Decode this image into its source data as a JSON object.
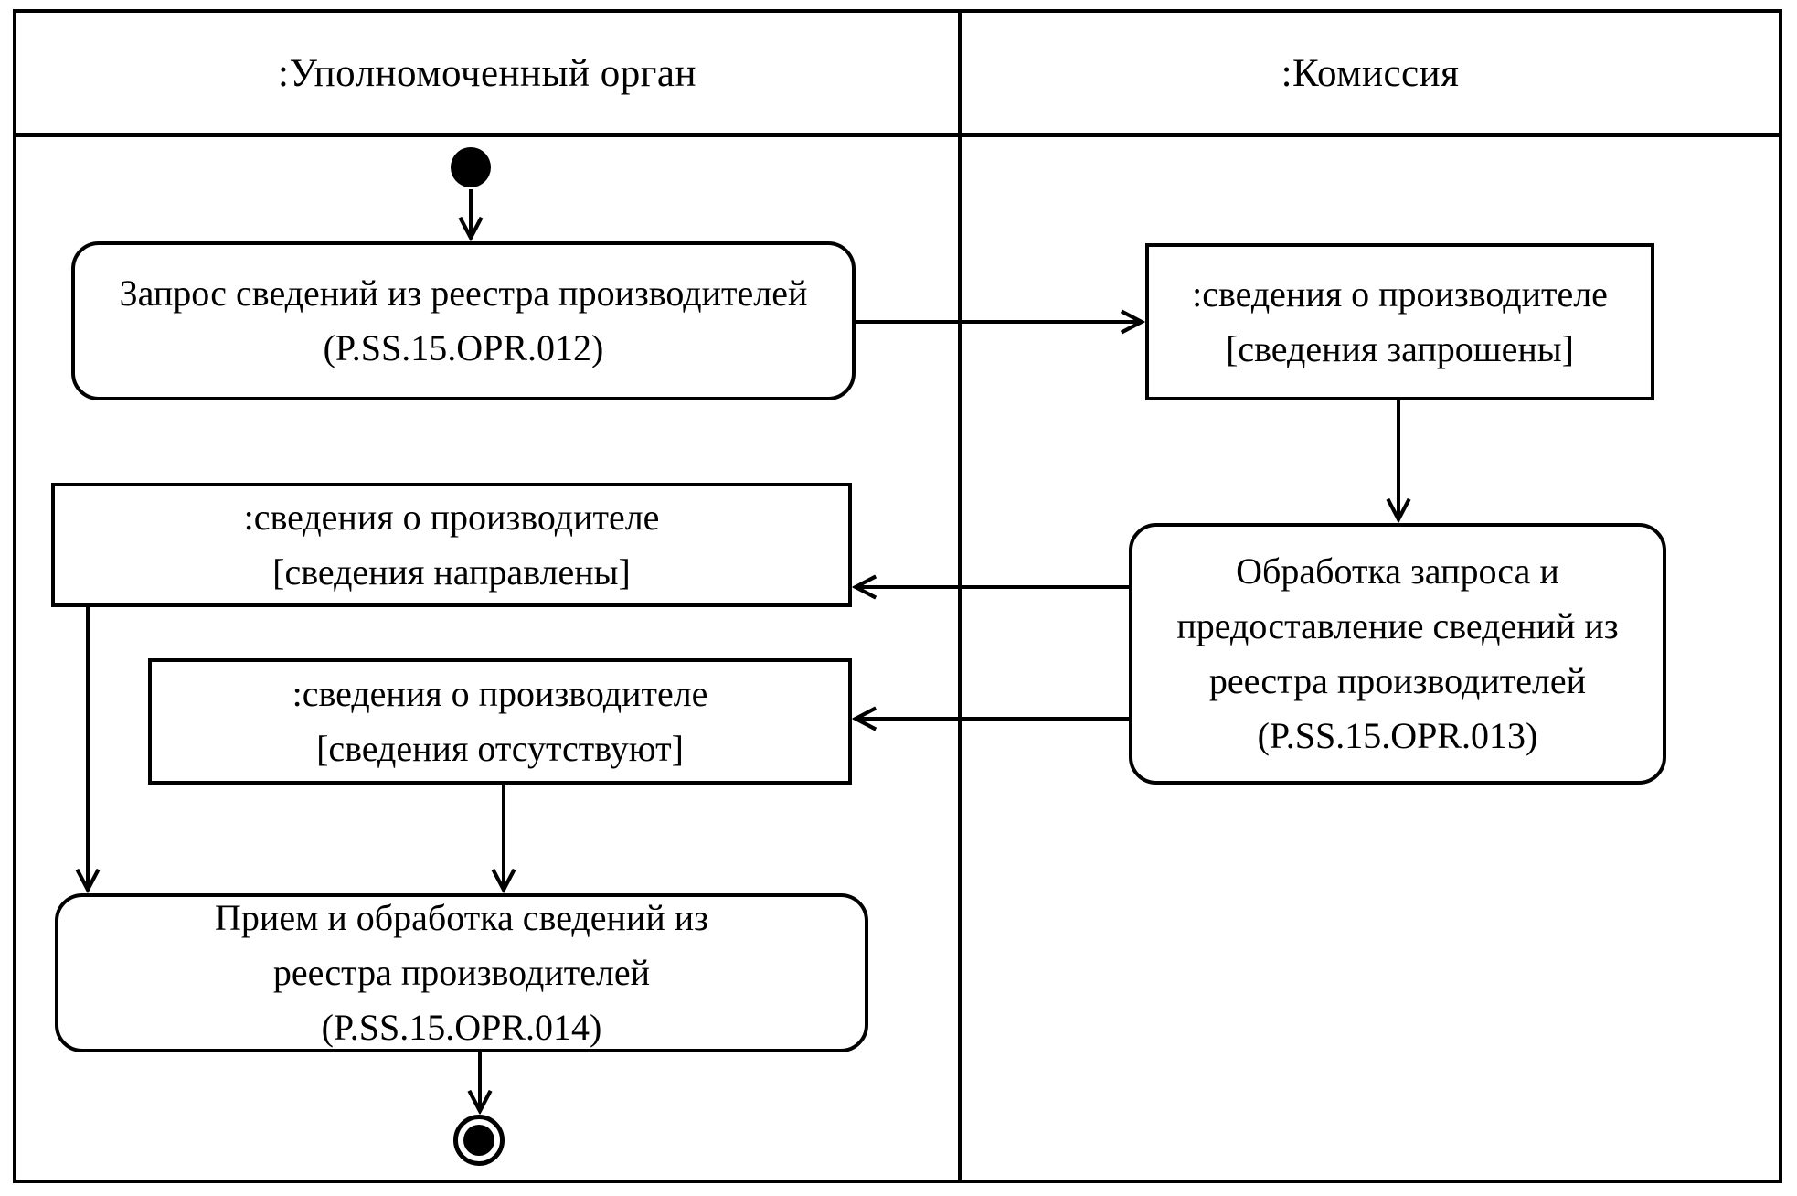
{
  "diagram": {
    "type": "uml-activity-swimlane",
    "ink_color": "#000000",
    "background_color": "#ffffff",
    "lanes": [
      {
        "title": ":Уполномоченный орган"
      },
      {
        "title": ":Комиссия"
      }
    ],
    "nodes": {
      "start": {
        "type": "initial-node"
      },
      "request": {
        "type": "action",
        "lane": ":Уполномоченный орган",
        "text": "Запрос сведений из реестра производителей\n(P.SS.15.OPR.012)"
      },
      "info_requested": {
        "type": "object",
        "lane": ":Комиссия",
        "text": ":сведения о производителе\n[сведения запрошены]"
      },
      "process": {
        "type": "action",
        "lane": ":Комиссия",
        "text": "Обработка запроса и\nпредоставление сведений из\nреестра производителей\n(P.SS.15.OPR.013)"
      },
      "info_sent": {
        "type": "object",
        "lane": ":Уполномоченный орган",
        "text": ":сведения о производителе\n[сведения направлены]"
      },
      "info_absent": {
        "type": "object",
        "lane": ":Уполномоченный орган",
        "text": ":сведения о производителе\n[сведения отсутствуют]"
      },
      "receive": {
        "type": "action",
        "lane": ":Уполномоченный орган",
        "text": "Прием и обработка сведений из\nреестра производителей\n(P.SS.15.OPR.014)"
      },
      "final": {
        "type": "activity-final-node"
      }
    },
    "edges": [
      {
        "from": "start",
        "to": "request"
      },
      {
        "from": "request",
        "to": "info_requested"
      },
      {
        "from": "info_requested",
        "to": "process"
      },
      {
        "from": "process",
        "to": "info_sent"
      },
      {
        "from": "process",
        "to": "info_absent"
      },
      {
        "from": "info_sent",
        "to": "receive"
      },
      {
        "from": "info_absent",
        "to": "receive"
      },
      {
        "from": "receive",
        "to": "final"
      }
    ]
  }
}
